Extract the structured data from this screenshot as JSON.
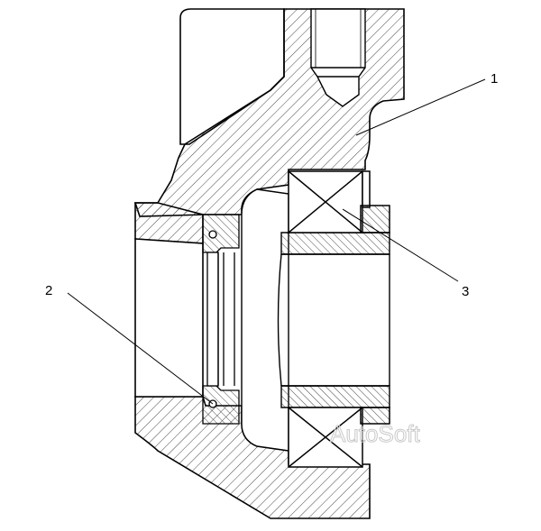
{
  "callouts": [
    {
      "id": "1",
      "label": "1"
    },
    {
      "id": "2",
      "label": "2"
    },
    {
      "id": "3",
      "label": "3"
    }
  ],
  "watermark": "AutoSoft",
  "colors": {
    "line": "#000000",
    "hatch": "#333333",
    "background": "#ffffff",
    "watermark": "#c9c9c9"
  }
}
